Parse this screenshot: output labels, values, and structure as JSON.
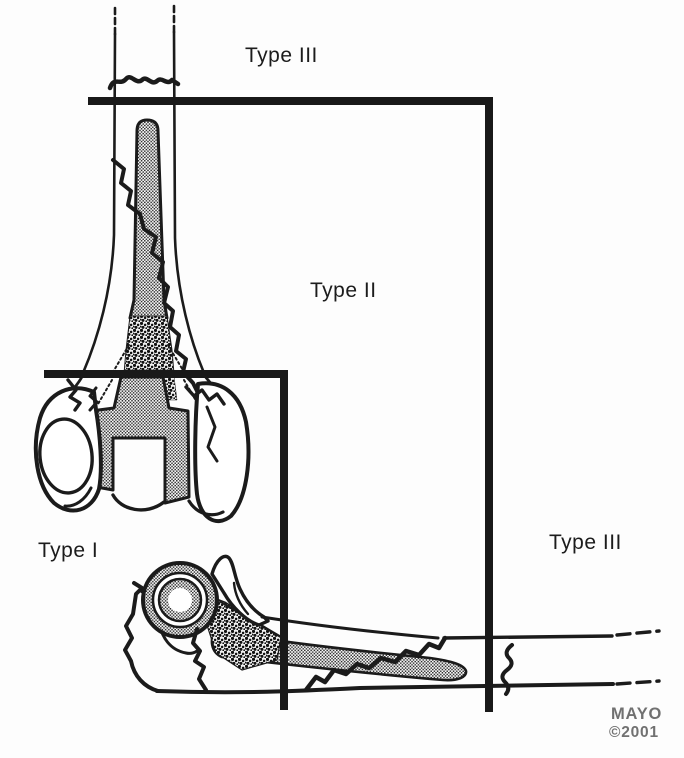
{
  "figure": {
    "zones": {
      "top": {
        "label": "Type III"
      },
      "middle": {
        "label": "Type II"
      },
      "bottom_left": {
        "label": "Type I"
      },
      "bottom_right": {
        "label": "Type III"
      }
    },
    "watermark": {
      "org": "MAYO",
      "copyright": "©2001"
    },
    "colors": {
      "ink": "#1b1b1b",
      "zone_line": "#191919",
      "watermark_gray": "#717171",
      "background": "#fdfdfd"
    },
    "textures": {
      "implant_fill": "dot-stipple",
      "cement_fill": "dense-speckle"
    }
  }
}
